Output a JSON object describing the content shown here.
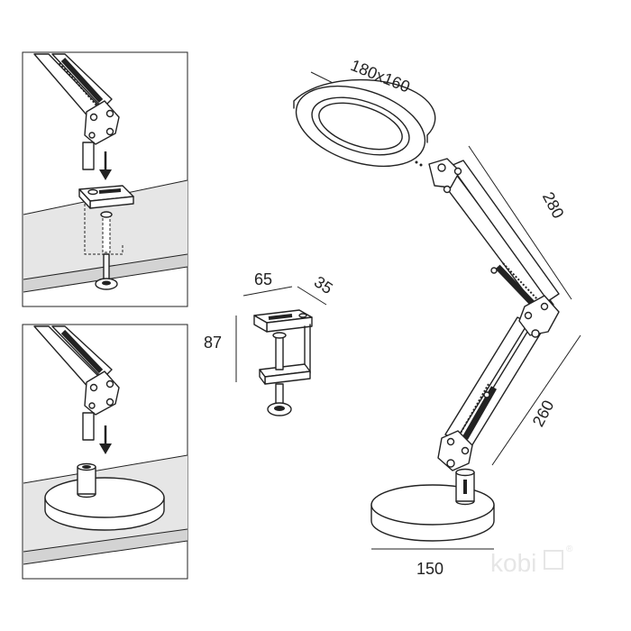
{
  "dimensions": {
    "head_size": "180x160",
    "upper_arm": "280",
    "lower_arm": "260",
    "base_diameter": "150",
    "clamp_width": "65",
    "clamp_depth": "35",
    "clamp_height": "87"
  },
  "watermark": {
    "brand": "kobi",
    "registered": "®"
  },
  "colors": {
    "line": "#222222",
    "surface": "#e6e6e6",
    "watermark": "#e9e9e9"
  }
}
